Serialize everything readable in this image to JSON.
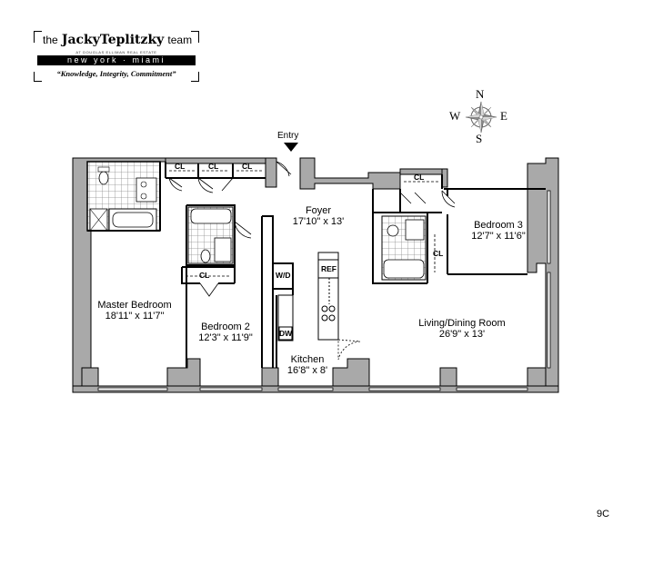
{
  "brand": {
    "prefix": "the",
    "name": "JackyTeplitzky",
    "suffix": "team",
    "affiliation": "AT DOUGLAS ELLIMAN REAL ESTATE",
    "cities": "new york · miami",
    "tagline": "“Knowledge, Integrity, Commitment”"
  },
  "compass": {
    "n": "N",
    "s": "S",
    "e": "E",
    "w": "W"
  },
  "entry_label": "Entry",
  "rooms": {
    "foyer": {
      "name": "Foyer",
      "dims": "17'10\" x 13'"
    },
    "bedroom3": {
      "name": "Bedroom 3",
      "dims": "12'7\" x 11'6\""
    },
    "master": {
      "name": "Master Bedroom",
      "dims": "18'11\" x 11'7\""
    },
    "bedroom2": {
      "name": "Bedroom 2",
      "dims": "12'3\" x 11'9\""
    },
    "living": {
      "name": "Living/Dining Room",
      "dims": "26'9\" x 13'"
    },
    "kitchen": {
      "name": "Kitchen",
      "dims": "16'8\" x 8'"
    }
  },
  "fixtures": {
    "closet": "CL",
    "washer_dryer": "W/D",
    "refrigerator": "REF",
    "dishwasher": "DW"
  },
  "unit": "9C",
  "colors": {
    "wall": "#a9a9a9",
    "wall_stroke": "#000000",
    "tile": "#9a9a9a"
  }
}
